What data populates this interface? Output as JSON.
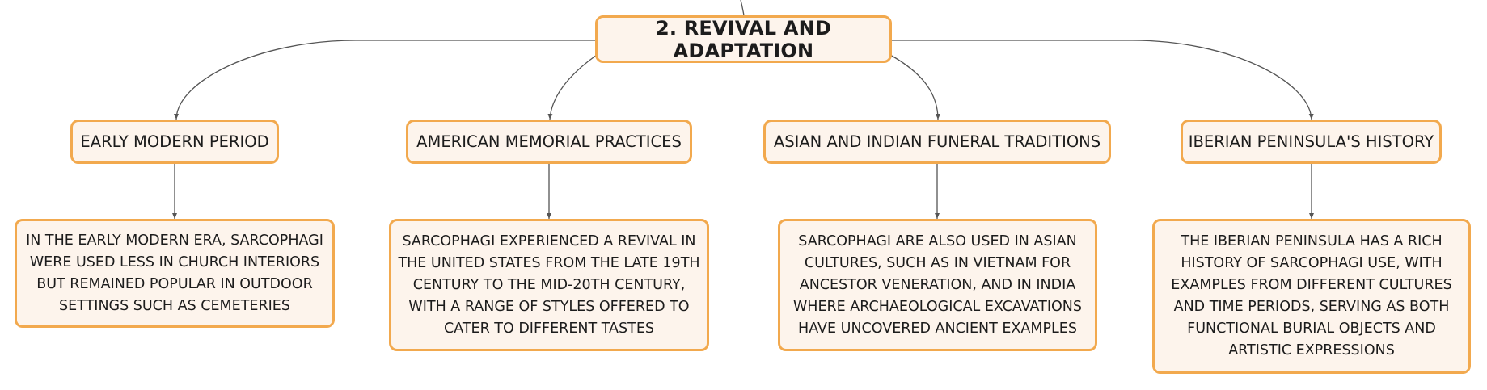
{
  "diagram": {
    "root": {
      "label": "2. REVIVAL AND ADAPTATION"
    },
    "topics": [
      {
        "label": "EARLY MODERN PERIOD"
      },
      {
        "label": "AMERICAN MEMORIAL PRACTICES"
      },
      {
        "label": "ASIAN AND INDIAN FUNERAL TRADITIONS"
      },
      {
        "label": "IBERIAN PENINSULA'S HISTORY"
      }
    ],
    "details": [
      {
        "text": "IN THE EARLY MODERN ERA, SARCOPHAGI WERE USED LESS IN CHURCH INTERIORS BUT REMAINED POPULAR IN OUTDOOR SETTINGS SUCH AS CEMETERIES"
      },
      {
        "text": "SARCOPHAGI EXPERIENCED A REVIVAL IN THE UNITED STATES FROM THE LATE 19TH CENTURY TO THE MID-20TH CENTURY, WITH A RANGE OF STYLES OFFERED TO CATER TO DIFFERENT TASTES"
      },
      {
        "text": "SARCOPHAGI ARE ALSO USED IN ASIAN CULTURES, SUCH AS IN VIETNAM FOR ANCESTOR VENERATION, AND IN INDIA WHERE ARCHAEOLOGICAL EXCAVATIONS HAVE UNCOVERED ANCIENT EXAMPLES"
      },
      {
        "text": "THE IBERIAN PENINSULA HAS A RICH HISTORY OF SARCOPHAGI USE, WITH EXAMPLES FROM DIFFERENT CULTURES AND TIME PERIODS, SERVING AS BOTH FUNCTIONAL BURIAL OBJECTS AND ARTISTIC EXPRESSIONS"
      }
    ],
    "colors": {
      "node_border": "#f2a94e",
      "node_fill": "#fdf4ec",
      "connector": "#555555",
      "text": "#1c1c1c"
    }
  }
}
